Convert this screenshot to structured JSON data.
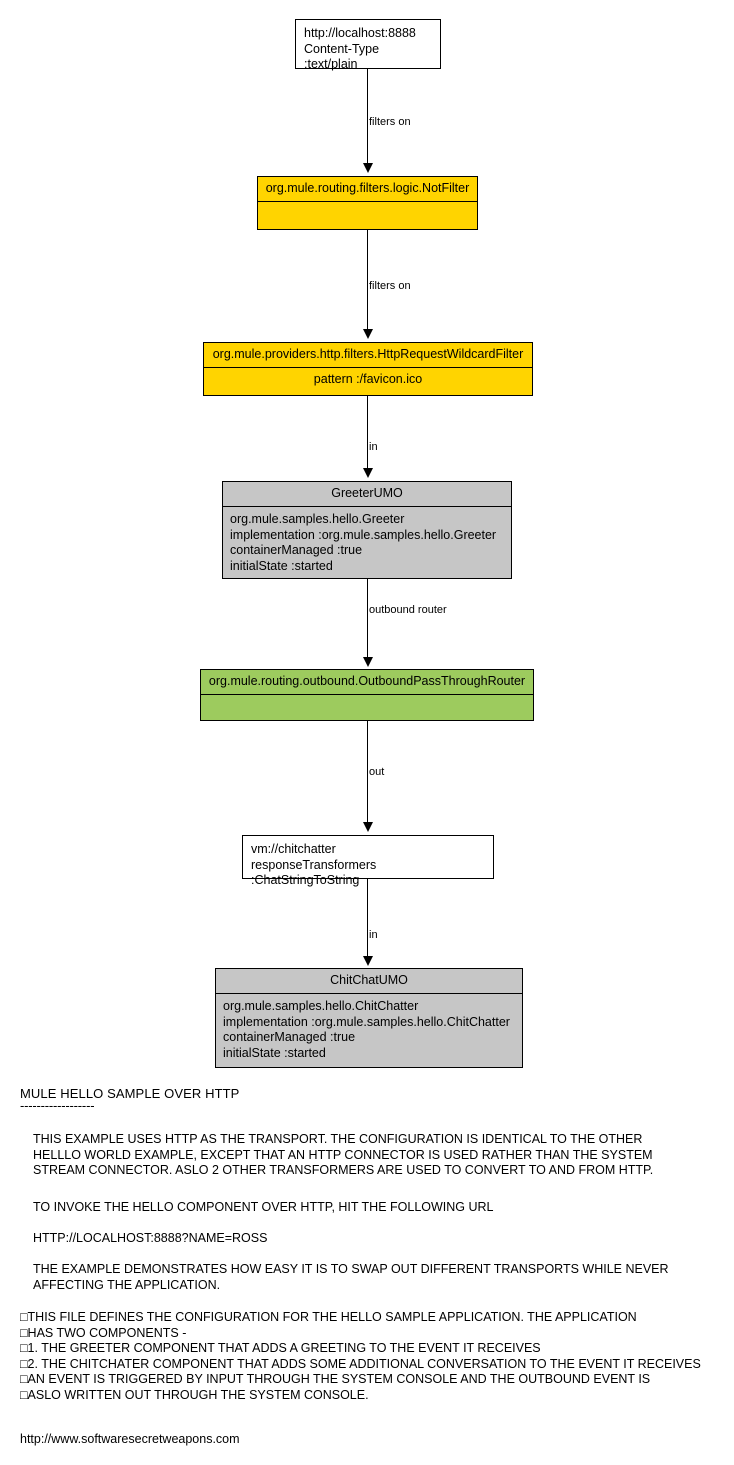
{
  "diagram": {
    "nodes": [
      {
        "id": "http-endpoint",
        "title": "",
        "body": "http://localhost:8888\nContent-Type :text/plain"
      },
      {
        "id": "not-filter",
        "title": "org.mule.routing.filters.logic.NotFilter",
        "body": ""
      },
      {
        "id": "wildcard-filter",
        "title": "org.mule.providers.http.filters.HttpRequestWildcardFilter",
        "body": "pattern :/favicon.ico"
      },
      {
        "id": "greeter-umo",
        "title": "GreeterUMO",
        "body": "org.mule.samples.hello.Greeter\nimplementation :org.mule.samples.hello.Greeter\ncontainerManaged :true\ninitialState :started"
      },
      {
        "id": "outbound-router",
        "title": "org.mule.routing.outbound.OutboundPassThroughRouter",
        "body": ""
      },
      {
        "id": "vm-endpoint",
        "title": "",
        "body": "vm://chitchatter\nresponseTransformers :ChatStringToString"
      },
      {
        "id": "chitchat-umo",
        "title": "ChitChatUMO",
        "body": "org.mule.samples.hello.ChitChatter\nimplementation :org.mule.samples.hello.ChitChatter\ncontainerManaged :true\ninitialState :started"
      }
    ],
    "edges": [
      {
        "id": "edge-1",
        "label": "filters on"
      },
      {
        "id": "edge-2",
        "label": "filters on"
      },
      {
        "id": "edge-3",
        "label": "in"
      },
      {
        "id": "edge-4",
        "label": "outbound router"
      },
      {
        "id": "edge-5",
        "label": "out"
      },
      {
        "id": "edge-6",
        "label": "in"
      }
    ]
  },
  "notes": {
    "title": "MULE HELLO SAMPLE OVER HTTP",
    "rule": "------------------",
    "paragraph_1": "THIS EXAMPLE USES HTTP AS THE TRANSPORT. THE CONFIGURATION IS IDENTICAL TO THE OTHER\nHELLLO WORLD EXAMPLE, EXCEPT THAT AN HTTP CONNECTOR IS USED RATHER THAN THE SYSTEM\nSTREAM CONNECTOR.  ASLO 2 OTHER TRANSFORMERS ARE USED TO CONVERT TO AND FROM HTTP.",
    "paragraph_2": "TO INVOKE THE HELLO COMPONENT OVER HTTP, HIT THE FOLLOWING URL",
    "paragraph_3": "HTTP://LOCALHOST:8888?NAME=ROSS",
    "paragraph_4": "THE EXAMPLE DEMONSTRATES HOW EASY IT IS TO SWAP OUT DIFFERENT TRANSPORTS WHILE NEVER\nAFFECTING THE APPLICATION.",
    "block": "□THIS FILE DEFINES THE CONFIGURATION FOR THE HELLO SAMPLE APPLICATION.  THE APPLICATION\n□HAS TWO COMPONENTS -\n□1. THE GREETER COMPONENT THAT ADDS A GREETING TO THE EVENT IT RECEIVES\n□2. THE CHITCHATER COMPONENT THAT ADDS SOME ADDITIONAL CONVERSATION TO THE EVENT IT RECEIVES\n□AN EVENT IS TRIGGERED BY INPUT THROUGH THE SYSTEM CONSOLE AND THE OUTBOUND EVENT IS\n□ASLO WRITTEN OUT THROUGH THE SYSTEM CONSOLE.",
    "footer_url": "http://www.softwaresecretweapons.com"
  },
  "colors": {
    "filter_fill": "#FFD400",
    "router_fill": "#9DCB5E",
    "component_fill": "#C6C6C6",
    "endpoint_fill": "#FFFFFF",
    "stroke": "#000000"
  }
}
